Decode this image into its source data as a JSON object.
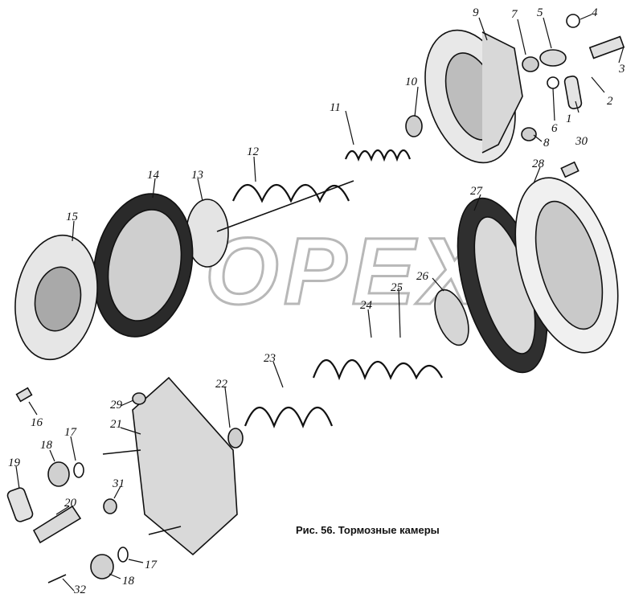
{
  "caption": "Рис. 56. Тормозные камеры",
  "watermark": "OPEX",
  "callouts": [
    {
      "id": "c1",
      "text": "1"
    },
    {
      "id": "c2",
      "text": "2"
    },
    {
      "id": "c3",
      "text": "3"
    },
    {
      "id": "c4",
      "text": "4"
    },
    {
      "id": "c5",
      "text": "5"
    },
    {
      "id": "c6",
      "text": "6"
    },
    {
      "id": "c7",
      "text": "7"
    },
    {
      "id": "c8",
      "text": "8"
    },
    {
      "id": "c9",
      "text": "9"
    },
    {
      "id": "c10",
      "text": "10"
    },
    {
      "id": "c11",
      "text": "11"
    },
    {
      "id": "c12",
      "text": "12"
    },
    {
      "id": "c13",
      "text": "13"
    },
    {
      "id": "c14",
      "text": "14"
    },
    {
      "id": "c15",
      "text": "15"
    },
    {
      "id": "c16",
      "text": "16"
    },
    {
      "id": "c17a",
      "text": "17"
    },
    {
      "id": "c17b",
      "text": "17"
    },
    {
      "id": "c18a",
      "text": "18"
    },
    {
      "id": "c18b",
      "text": "18"
    },
    {
      "id": "c19",
      "text": "19"
    },
    {
      "id": "c20",
      "text": "20"
    },
    {
      "id": "c21",
      "text": "21"
    },
    {
      "id": "c22",
      "text": "22"
    },
    {
      "id": "c23",
      "text": "23"
    },
    {
      "id": "c24",
      "text": "24"
    },
    {
      "id": "c25",
      "text": "25"
    },
    {
      "id": "c26",
      "text": "26"
    },
    {
      "id": "c27",
      "text": "27"
    },
    {
      "id": "c28",
      "text": "28"
    },
    {
      "id": "c29",
      "text": "29"
    },
    {
      "id": "c30",
      "text": "30"
    },
    {
      "id": "c31",
      "text": "31"
    },
    {
      "id": "c32",
      "text": "32"
    }
  ],
  "colors": {
    "ink": "#111111",
    "watermark": "#b8b8b8",
    "paper": "#ffffff"
  }
}
